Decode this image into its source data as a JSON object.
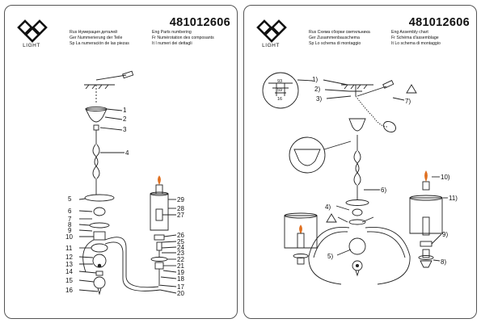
{
  "brand": {
    "name": "LIGHT"
  },
  "pages": [
    {
      "model": "481012606",
      "legend": [
        [
          "Rus Нумерация деталей",
          "Eng Parts numbering"
        ],
        [
          "Ger Nummerierung der Teile",
          "Fr Numérotation des composants"
        ],
        [
          "Sp La numeración de las piezas",
          "It I numeri dei dettagli"
        ]
      ],
      "left_numbers": [
        "1",
        "2",
        "3",
        "4",
        "5",
        "6",
        "7",
        "8",
        "9",
        "10",
        "11",
        "12",
        "13",
        "14",
        "15",
        "16"
      ],
      "right_numbers": [
        "29",
        "28",
        "27",
        "26",
        "25",
        "24",
        "23",
        "22",
        "21",
        "19",
        "18",
        "17",
        "20"
      ]
    },
    {
      "model": "481012606",
      "legend": [
        [
          "Rus Схема сборки светильника",
          "Eng Assembly chart"
        ],
        [
          "Ger Zusammenbauschema",
          "Fr Schéma d'assemblage"
        ],
        [
          "Sp Lo schema di montaggio",
          "It Lo schema di montaggio"
        ]
      ],
      "step_labels": [
        "1)",
        "2)",
        "3)",
        "4)",
        "5)",
        "6)",
        "7)",
        "8)",
        "9)",
        "10)",
        "11)"
      ],
      "dimensions": [
        "93",
        "59",
        "16"
      ]
    }
  ],
  "colors": {
    "ink": "#222222",
    "accent": "#e07020"
  }
}
